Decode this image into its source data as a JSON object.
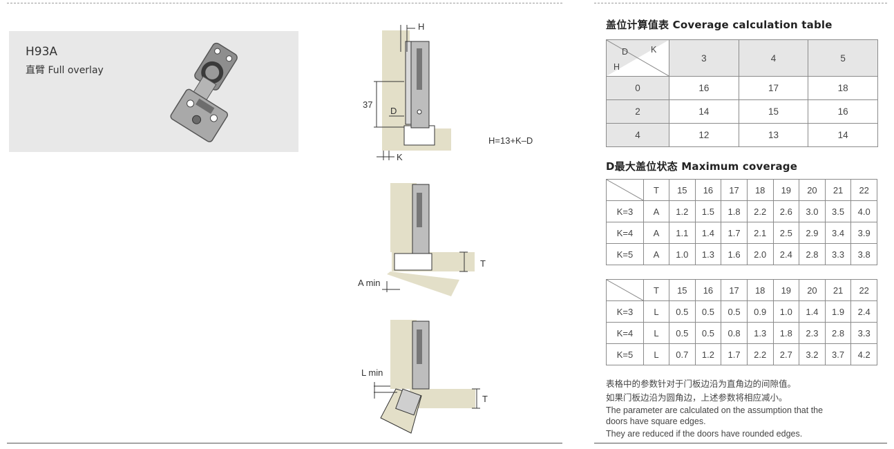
{
  "product": {
    "model": "H93A",
    "description": "直臂 Full overlay"
  },
  "diagram_top": {
    "label_h": "H",
    "label_37": "37",
    "label_d": "D",
    "label_k": "K",
    "formula": "H=13+K–D"
  },
  "diagram_mid": {
    "label_t": "T",
    "label_a_min": "A min"
  },
  "diagram_bottom": {
    "label_t": "T",
    "label_l_min": "L min"
  },
  "coverage_table": {
    "title": "盖位计算值表  Coverage calculation table",
    "corner_d": "D",
    "corner_k": "K",
    "corner_h": "H",
    "k_values": [
      "3",
      "4",
      "5"
    ],
    "rows": [
      {
        "h": "0",
        "values": [
          "16",
          "17",
          "18"
        ]
      },
      {
        "h": "2",
        "values": [
          "14",
          "15",
          "16"
        ]
      },
      {
        "h": "4",
        "values": [
          "12",
          "13",
          "14"
        ]
      }
    ]
  },
  "max_coverage": {
    "title": "D最大盖位状态  Maximum coverage",
    "table_a": {
      "t_label": "T",
      "t_values": [
        "15",
        "16",
        "17",
        "18",
        "19",
        "20",
        "21",
        "22"
      ],
      "rows": [
        {
          "k": "K=3",
          "param": "A",
          "values": [
            "1.2",
            "1.5",
            "1.8",
            "2.2",
            "2.6",
            "3.0",
            "3.5",
            "4.0"
          ]
        },
        {
          "k": "K=4",
          "param": "A",
          "values": [
            "1.1",
            "1.4",
            "1.7",
            "2.1",
            "2.5",
            "2.9",
            "3.4",
            "3.9"
          ]
        },
        {
          "k": "K=5",
          "param": "A",
          "values": [
            "1.0",
            "1.3",
            "1.6",
            "2.0",
            "2.4",
            "2.8",
            "3.3",
            "3.8"
          ]
        }
      ]
    },
    "table_l": {
      "t_label": "T",
      "t_values": [
        "15",
        "16",
        "17",
        "18",
        "19",
        "20",
        "21",
        "22"
      ],
      "rows": [
        {
          "k": "K=3",
          "param": "L",
          "values": [
            "0.5",
            "0.5",
            "0.5",
            "0.9",
            "1.0",
            "1.4",
            "1.9",
            "2.4"
          ]
        },
        {
          "k": "K=4",
          "param": "L",
          "values": [
            "0.5",
            "0.5",
            "0.8",
            "1.3",
            "1.8",
            "2.3",
            "2.8",
            "3.3"
          ]
        },
        {
          "k": "K=5",
          "param": "L",
          "values": [
            "0.7",
            "1.2",
            "1.7",
            "2.2",
            "2.7",
            "3.2",
            "3.7",
            "4.2"
          ]
        }
      ]
    }
  },
  "notes": {
    "cn_line1": "表格中的参数针对于门板边沿为直角边的间隙值。",
    "cn_line2": "如果门板边沿为圆角边，上述参数将相应减小。",
    "en_line1": "The parameter are calculated on the assumption that the",
    "en_line2": "doors have square edges.",
    "en_line3": "They are reduced if the doors have rounded edges."
  },
  "colors": {
    "panel_wood": "#e3dfc8",
    "card_bg": "#e8e8e8",
    "table_header_bg": "#e6e6e6"
  }
}
